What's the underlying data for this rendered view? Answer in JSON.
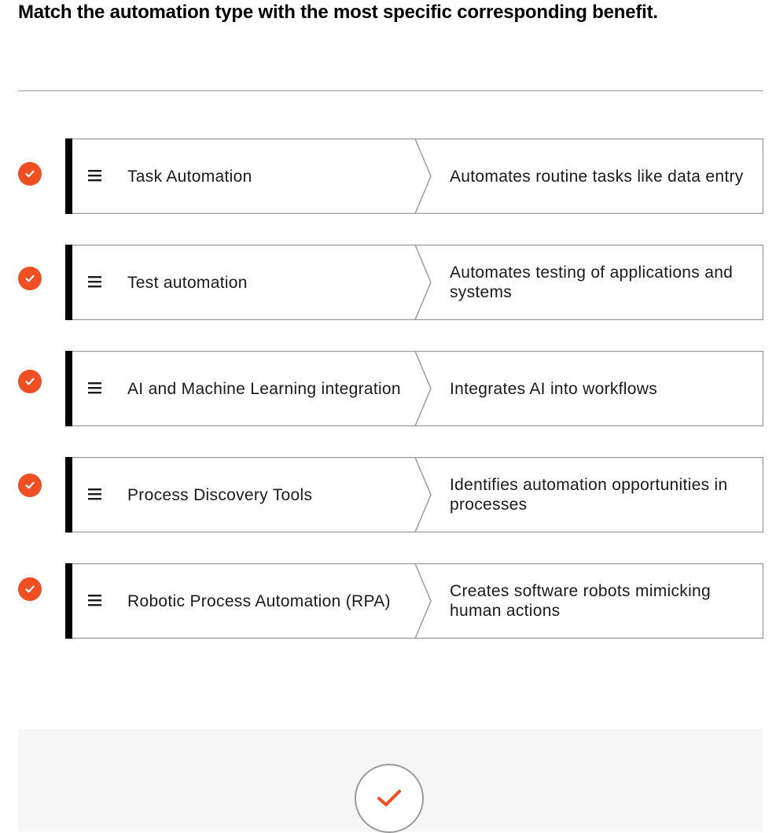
{
  "question": "Match the automation type with the most specific corresponding benefit.",
  "colors": {
    "accent": "#f04e23",
    "border": "#9a9a9a",
    "handle_bar": "#000000",
    "panel_bg": "#f6f6f6"
  },
  "pairs": [
    {
      "term": "Task Automation",
      "match": "Automates routine tasks like data entry",
      "status": "correct"
    },
    {
      "term": "Test automation",
      "match": "Automates testing of applications and systems",
      "status": "correct"
    },
    {
      "term": "AI and Machine Learning integration",
      "match": "Integrates AI into workflows",
      "status": "correct"
    },
    {
      "term": "Process Discovery Tools",
      "match": "Identifies automation opportunities in processes",
      "status": "correct"
    },
    {
      "term": "Robotic Process Automation (RPA)",
      "match": "Creates software robots mimicking human actions",
      "status": "correct"
    }
  ],
  "icons": {
    "status": "check-circle-icon",
    "drag": "drag-handle-icon",
    "submit": "checkmark-icon"
  }
}
